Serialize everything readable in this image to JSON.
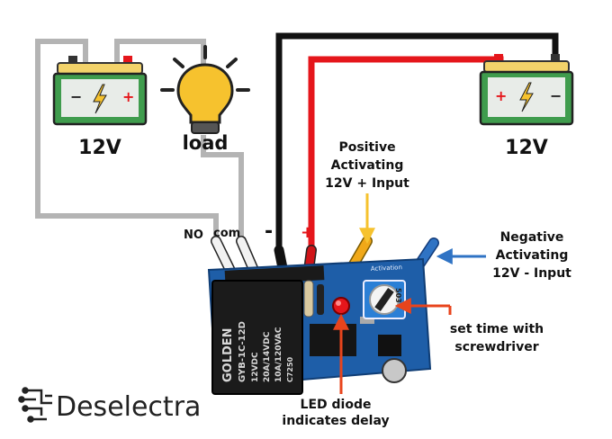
{
  "batteries": {
    "left": {
      "voltage": "12V"
    },
    "right": {
      "voltage": "12V"
    }
  },
  "load": {
    "label": "load"
  },
  "terminals": {
    "no": "NO",
    "com": "com",
    "negative": "-",
    "positive": "+"
  },
  "annotations": {
    "positive_input": [
      "Positive",
      "Activating",
      "12V + Input"
    ],
    "negative_input": [
      "Negative",
      "Activating",
      "12V - Input"
    ],
    "set_time": [
      "set time with",
      "screwdriver"
    ],
    "led": [
      "LED diode",
      "indicates delay"
    ]
  },
  "relay": {
    "brand": "GOLDEN",
    "model": "GYB-1C-12D",
    "coil": "12VDC",
    "rating1": "20A/14VDC",
    "rating2": "10A/120VAC",
    "code": "C7250"
  },
  "trimmer": {
    "value": "503"
  },
  "board_label": "Activation",
  "logo": {
    "text": "Deselectra"
  },
  "colors": {
    "battery_green": "#3f9c4d",
    "battery_yellow": "#f3d36a",
    "wire_gray": "#b4b4b4",
    "wire_black": "#111111",
    "wire_red": "#e5161b",
    "arrow_yellow": "#f6c22e",
    "arrow_blue": "#2f73c4",
    "arrow_orange": "#e8441c",
    "pcb_blue": "#1e5ea8"
  }
}
